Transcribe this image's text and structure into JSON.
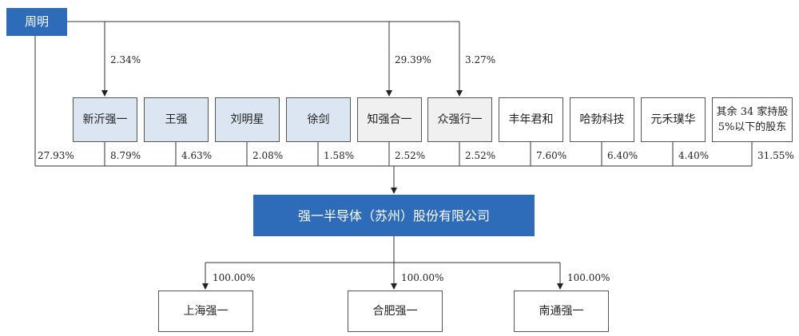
{
  "top_shareholder": {
    "name": "周明"
  },
  "direct_pct": "27.93%",
  "shareholders": [
    {
      "name": "新沂强一",
      "pct": "8.79%",
      "style": "blue-light",
      "zhou_pct": "2.34%"
    },
    {
      "name": "王强",
      "pct": "4.63%",
      "style": "blue-light"
    },
    {
      "name": "刘明星",
      "pct": "2.08%",
      "style": "blue-light"
    },
    {
      "name": "徐剑",
      "pct": "1.58%",
      "style": "blue-light"
    },
    {
      "name": "知强合一",
      "pct": "2.52%",
      "style": "gray-light",
      "zhou_pct": "29.39%"
    },
    {
      "name": "众强行一",
      "pct": "2.52%",
      "style": "gray-light",
      "zhou_pct": "3.27%"
    },
    {
      "name": "丰年君和",
      "pct": "7.60%",
      "style": "plain"
    },
    {
      "name": "哈勃科技",
      "pct": "6.40%",
      "style": "plain"
    },
    {
      "name": "元禾璞华",
      "pct": "4.40%",
      "style": "plain"
    },
    {
      "name_line1": "其余 34 家持股",
      "name_line2": "5%以下的股东",
      "pct": "31.55%",
      "style": "plain"
    }
  ],
  "company": {
    "name": "强一半导体（苏州）股份有限公司"
  },
  "subsidiaries": [
    {
      "name": "上海强一",
      "pct": "100.00%"
    },
    {
      "name": "合肥强一",
      "pct": "100.00%"
    },
    {
      "name": "南通强一",
      "pct": "100.00%"
    }
  ],
  "colors": {
    "dark_blue": "#2e6bb8",
    "light_blue": "#dce6f2",
    "light_gray": "#f0f0f0",
    "line": "#333333"
  }
}
